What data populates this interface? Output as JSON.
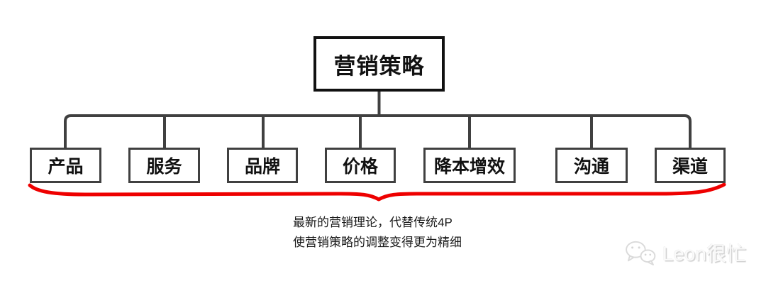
{
  "diagram": {
    "root": {
      "label": "营销策略"
    },
    "children": [
      {
        "label": "产品"
      },
      {
        "label": "服务"
      },
      {
        "label": "品牌"
      },
      {
        "label": "价格"
      },
      {
        "label": "降本增效"
      },
      {
        "label": "沟通"
      },
      {
        "label": "渠道"
      }
    ],
    "caption": {
      "line1": "最新的营销理论，代替传统4P",
      "line2": "使营销策略的调整变得更为精细"
    },
    "colors": {
      "connector": "#404040",
      "root_border": "#111111",
      "child_border": "#404040",
      "brace": "#ee0000",
      "text": "#111111"
    }
  },
  "watermark": {
    "text": "Leon很忙",
    "icon": "wechat-chat-bubbles-icon"
  }
}
